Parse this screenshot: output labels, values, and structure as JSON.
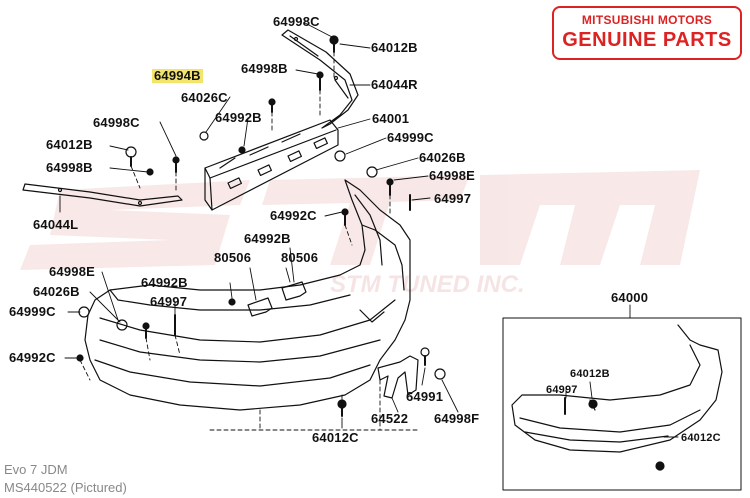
{
  "brand": {
    "line1": "MITSUBISHI MOTORS",
    "line2": "GENUINE PARTS",
    "color": "#d22222"
  },
  "highlight_color": "#f3e46a",
  "parts": {
    "p_64998C_top": "64998C",
    "p_64012B_top": "64012B",
    "p_64044R": "64044R",
    "p_64994B": "64994B",
    "p_64998B_top": "64998B",
    "p_64026C": "64026C",
    "p_64992B_top": "64992B",
    "p_64001": "64001",
    "p_64998C_left": "64998C",
    "p_64999C_right": "64999C",
    "p_64012B_left": "64012B",
    "p_64026B_right": "64026B",
    "p_64998B_left": "64998B",
    "p_64998E_right": "64998E",
    "p_64997_right": "64997",
    "p_64044L": "64044L",
    "p_64992C_mid": "64992C",
    "p_64992B_mid": "64992B",
    "p_80506_a": "80506",
    "p_80506_b": "80506",
    "p_64998E_left": "64998E",
    "p_64992B_low": "64992B",
    "p_64026B_left": "64026B",
    "p_64997_left": "64997",
    "p_64999C_left": "64999C",
    "p_64992C_left": "64992C",
    "p_64000": "64000",
    "p_64012B_inset": "64012B",
    "p_64997_inset": "64997",
    "p_64991": "64991",
    "p_64522": "64522",
    "p_64998F": "64998F",
    "p_64012C_bottom": "64012C",
    "p_64012C_inset": "64012C"
  },
  "footer": {
    "line1": "Evo 7 JDM",
    "line2": "MS440522  (Pictured)"
  },
  "watermark_text": "STM TUNED INC."
}
